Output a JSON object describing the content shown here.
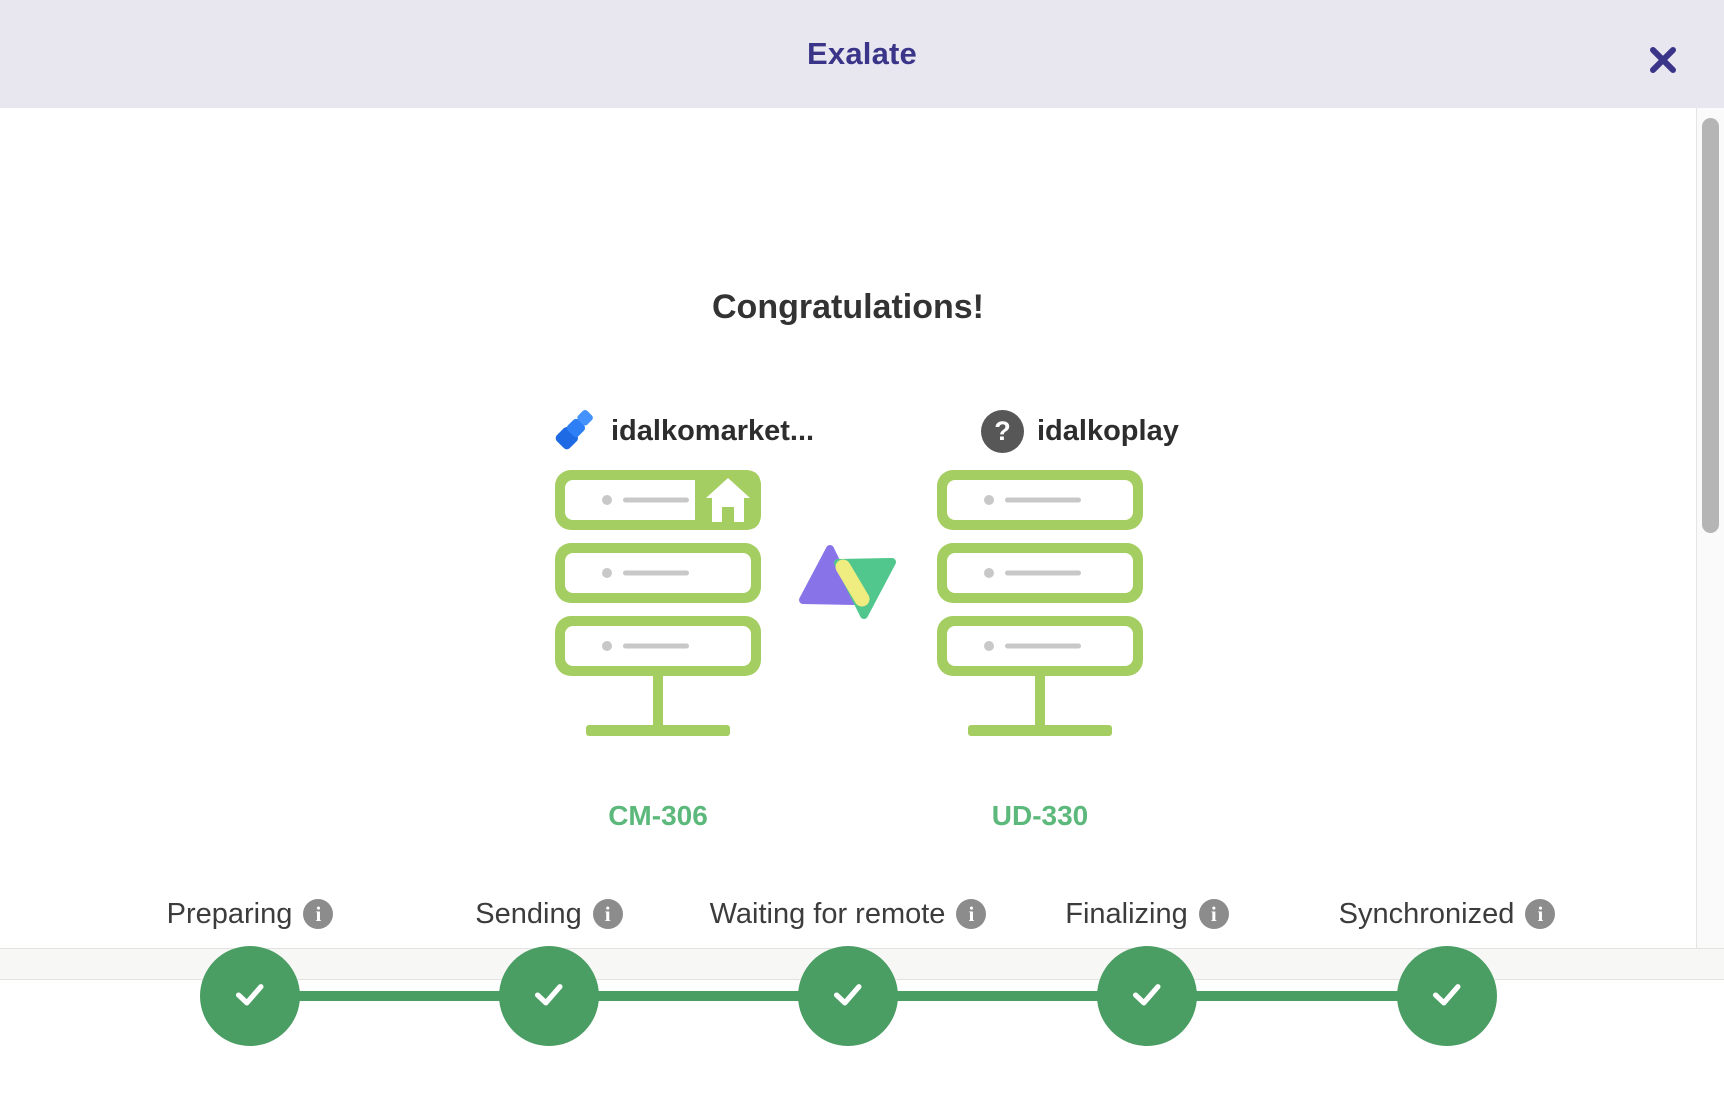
{
  "header": {
    "title": "Exalate",
    "close_icon": "x-icon"
  },
  "main": {
    "heading": "Congratulations!",
    "local_instance": {
      "icon": "jira-icon",
      "name": "idalkomarket...",
      "issue_key": "CM-306"
    },
    "remote_instance": {
      "icon": "question-icon",
      "question_glyph": "?",
      "name": "idalkoplay",
      "issue_key": "UD-330"
    },
    "steps": [
      {
        "label": "Preparing",
        "status": "done"
      },
      {
        "label": "Sending",
        "status": "done"
      },
      {
        "label": "Waiting for remote",
        "status": "done"
      },
      {
        "label": "Finalizing",
        "status": "done"
      },
      {
        "label": "Synchronized",
        "status": "done"
      }
    ]
  },
  "colors": {
    "header_bg": "#e8e7f0",
    "title_indigo": "#3b3589",
    "server_green": "#a5ce62",
    "detail_gray": "#c8c8c8",
    "check_green": "#4a9d63",
    "issue_link_green": "#5cb87b",
    "info_gray": "#8c8c8c",
    "question_circle_gray": "#575757",
    "jira_blue_dark": "#1d6ae4",
    "jira_blue": "#2e7ef5",
    "jira_blue_light": "#4492fd",
    "exalate_purple": "#8973e8",
    "exalate_green": "#51c78d",
    "exalate_yellow": "#efec80"
  }
}
